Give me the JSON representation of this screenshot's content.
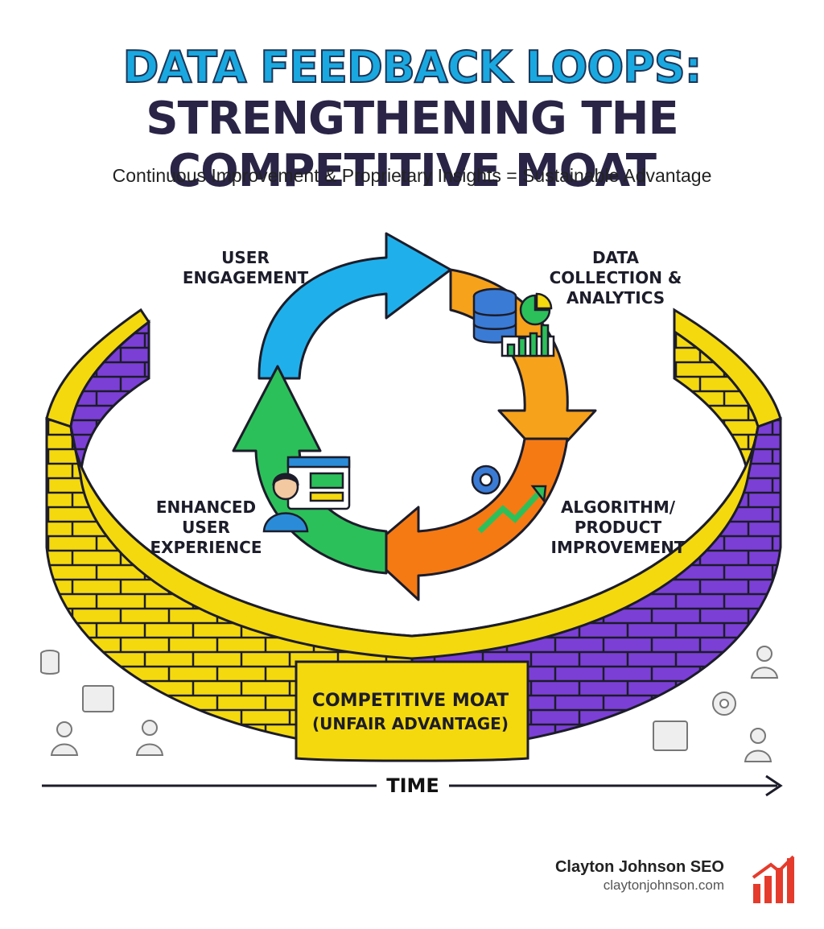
{
  "header": {
    "title_line1": "DATA FEEDBACK LOOPS:",
    "title_line2": "STRENGTHENING THE COMPETITIVE MOAT",
    "subtitle": "Continuous Improvement & Proprietary Insights = Sustainable Advantage"
  },
  "cycle": {
    "stages": [
      {
        "lines": [
          "USER",
          "ENGAGEMENT"
        ],
        "color": "#1fb0ec"
      },
      {
        "lines": [
          "DATA",
          "COLLECTION &",
          "ANALYTICS"
        ],
        "color": "#f7a21b"
      },
      {
        "lines": [
          "ALGORITHM/",
          "PRODUCT",
          "IMPROVEMENT"
        ],
        "color": "#f57a14"
      },
      {
        "lines": [
          "ENHANCED",
          "USER",
          "EXPERIENCE"
        ],
        "color": "#2cc05a"
      }
    ]
  },
  "moat": {
    "title": "COMPETITIVE MOAT",
    "subtitle": "(UNFAIR ADVANTAGE)",
    "colors": {
      "yellow": "#f4d90e",
      "purple": "#7b3fd6",
      "outline": "#1c1c2a"
    }
  },
  "timeline": {
    "label": "TIME"
  },
  "branding": {
    "name": "Clayton Johnson SEO",
    "url": "claytonjohnson.com",
    "accent": "#e53b2c"
  }
}
